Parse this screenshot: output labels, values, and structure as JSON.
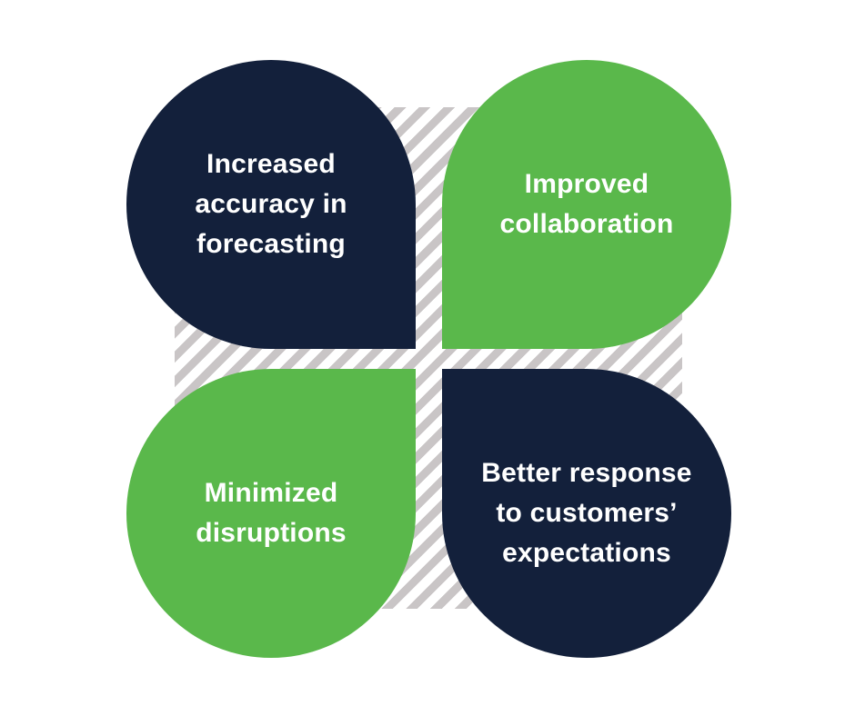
{
  "colors": {
    "navy": "#13203b",
    "green": "#5ab84b",
    "hatch": "#c9c5c6"
  },
  "petals": [
    {
      "text": "Increased\naccuracy in\nforecasting",
      "color": "navy"
    },
    {
      "text": "Improved\ncollaboration",
      "color": "green"
    },
    {
      "text": "Minimized\ndisruptions",
      "color": "green"
    },
    {
      "text": "Better response\nto customers’\nexpectations",
      "color": "navy"
    }
  ]
}
